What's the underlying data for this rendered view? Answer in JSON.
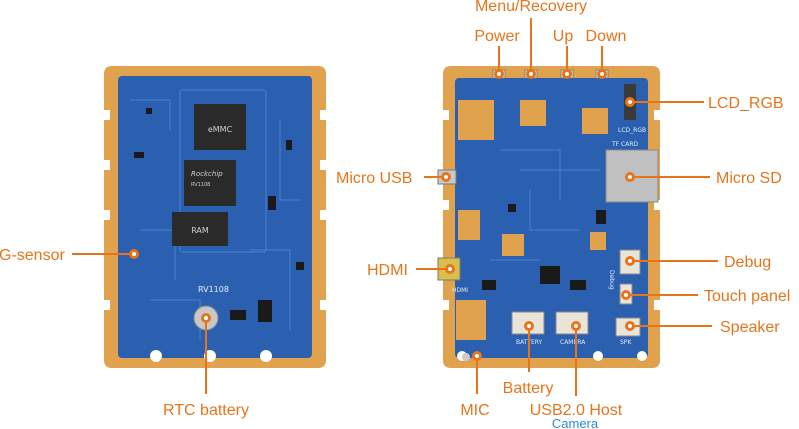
{
  "colors": {
    "accent": "#e8741a",
    "pcb_blue": "#2b5fb0",
    "pcb_edge": "#e0a24c",
    "sub_label": "#2a8ad8"
  },
  "front_board": {
    "chip_emmc": "eMMC",
    "chip_soc_brand": "Rockchip",
    "chip_soc_model": "RV1108",
    "chip_ram": "RAM",
    "silk_rv1108": "RV1108"
  },
  "back_board": {
    "silk_lcd": "LCD_RGB",
    "silk_tf": "TF CARD",
    "silk_debug": "Debug",
    "silk_hdmi": "HDMI",
    "silk_battery": "BATTERY",
    "silk_camera": "CAMERA",
    "silk_spk": "SPK"
  },
  "callouts": {
    "g_sensor": "G-sensor",
    "rtc_battery": "RTC battery",
    "menu_recovery": "Menu/Recovery",
    "power": "Power",
    "up": "Up",
    "down": "Down",
    "lcd_rgb": "LCD_RGB",
    "micro_usb": "Micro USB",
    "micro_sd": "Micro SD",
    "hdmi": "HDMI",
    "debug": "Debug",
    "touch_panel": "Touch panel",
    "speaker": "Speaker",
    "mic": "MIC",
    "battery": "Battery",
    "usb_host": "USB2.0 Host",
    "camera": "Camera"
  }
}
